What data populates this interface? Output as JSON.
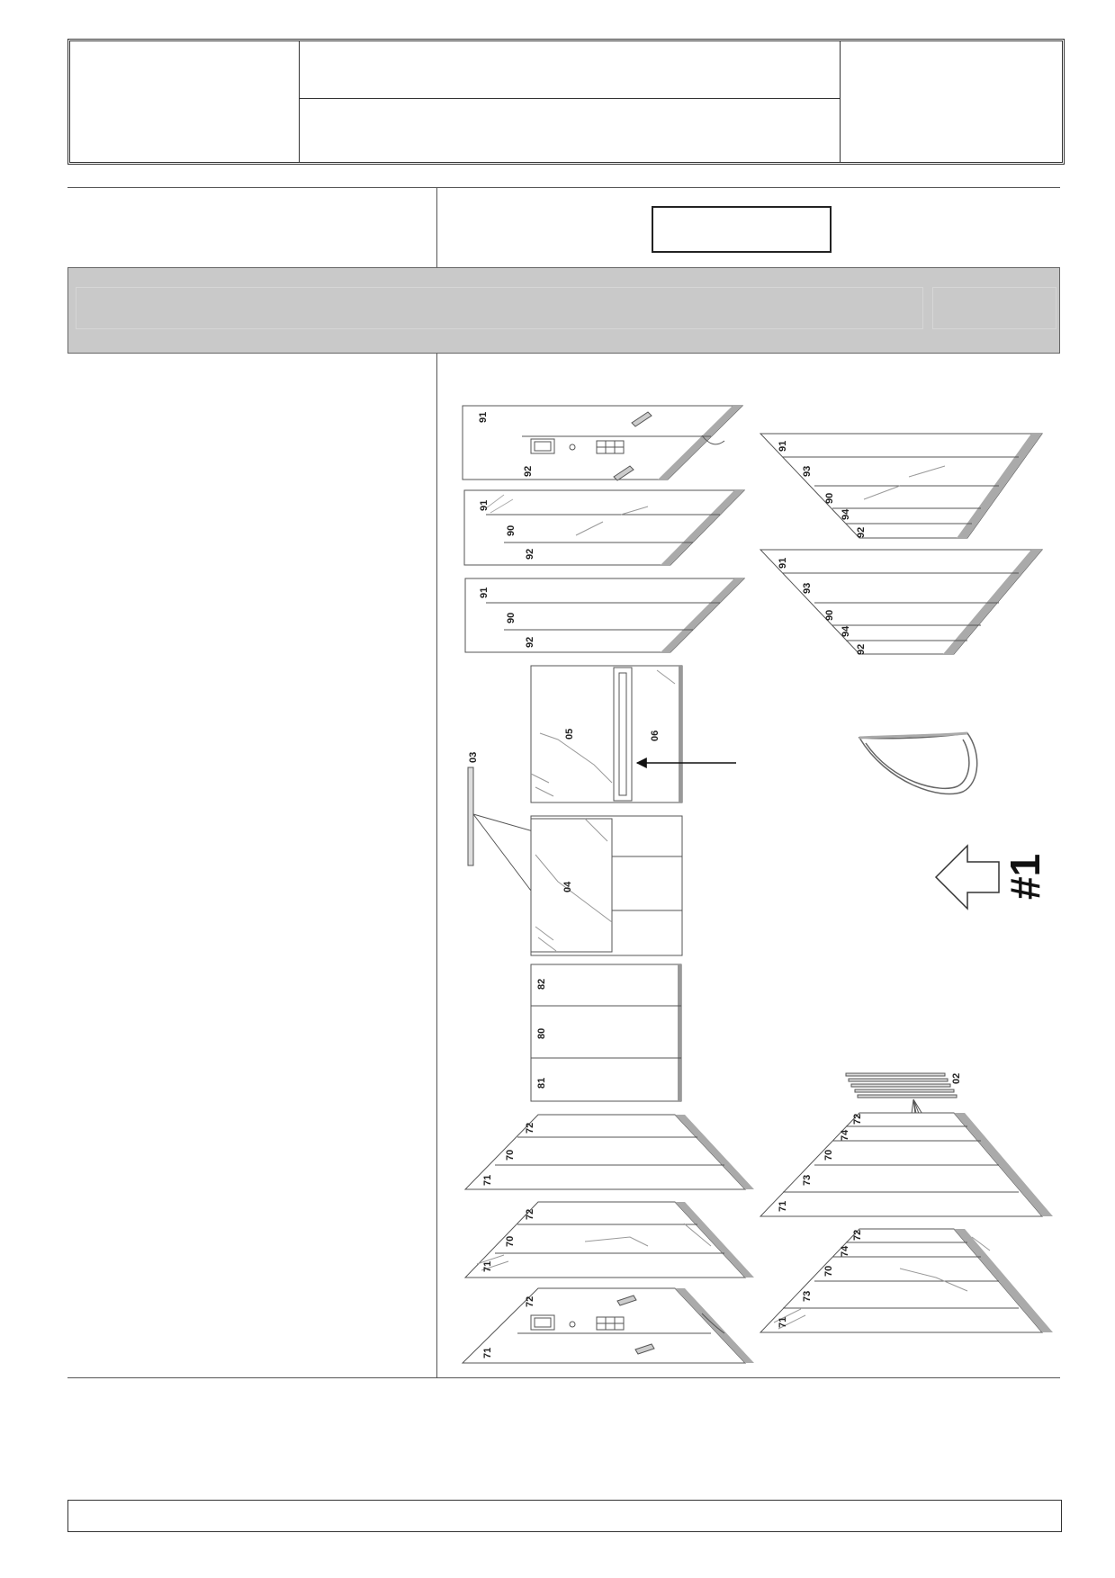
{
  "figure": {
    "markings": {
      "ref": "#1"
    },
    "part_groups": {
      "panel_group_a": [
        "91",
        "92"
      ],
      "panel_group_b": [
        "91",
        "90",
        "92"
      ],
      "panel_group_c": [
        "91",
        "90",
        "92"
      ],
      "panel_group_d": [
        "91",
        "93",
        "90",
        "94",
        "92"
      ],
      "panel_group_e": [
        "91",
        "93",
        "90",
        "94",
        "92"
      ],
      "box_upper": [
        "05",
        "06"
      ],
      "rail": [
        "03"
      ],
      "box_lower": [
        "04"
      ],
      "box_stack": [
        "82",
        "80",
        "81"
      ],
      "panel_group_f": [
        "72",
        "70",
        "71"
      ],
      "panel_group_g": [
        "72",
        "70",
        "71"
      ],
      "panel_group_h": [
        "72",
        "71"
      ],
      "panel_group_i": [
        "72",
        "74",
        "70",
        "73",
        "71"
      ],
      "panel_group_j": [
        "72",
        "74",
        "70",
        "73",
        "71"
      ],
      "strip_stack": [
        "02"
      ]
    }
  }
}
